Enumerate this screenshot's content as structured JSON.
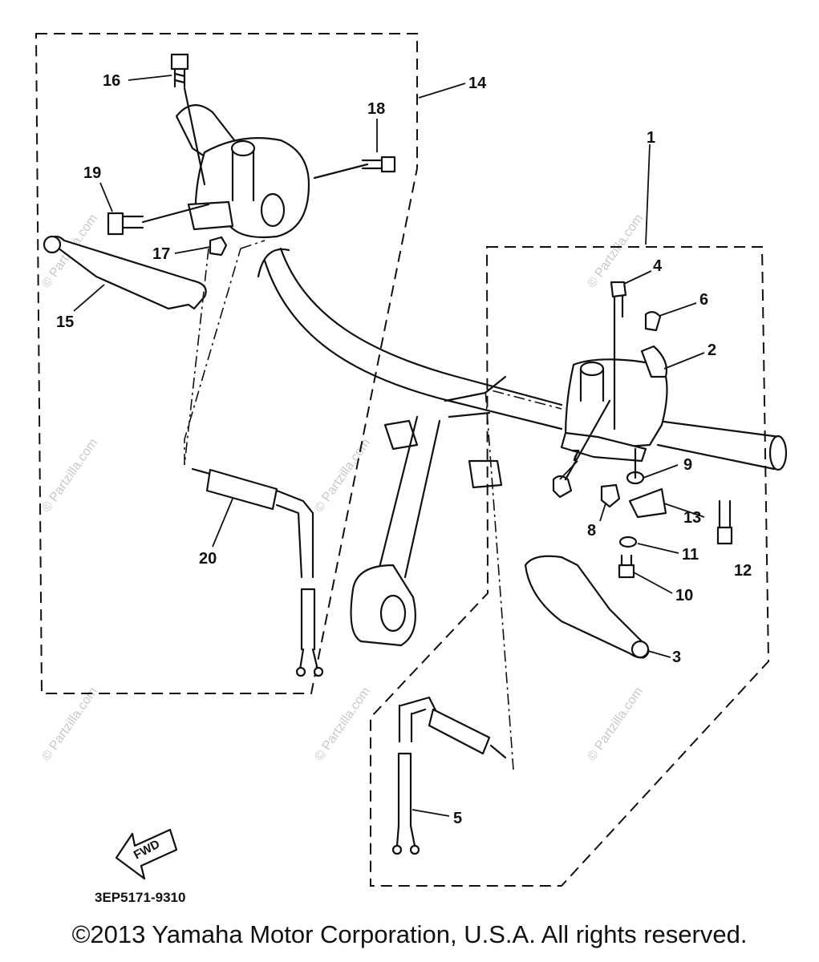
{
  "diagram": {
    "labels": {
      "l1": "1",
      "l2": "2",
      "l3": "3",
      "l4": "4",
      "l5": "5",
      "l6": "6",
      "l7": "7",
      "l8": "8",
      "l9": "9",
      "l10": "10",
      "l11": "11",
      "l12": "12",
      "l13": "13",
      "l14": "14",
      "l15": "15",
      "l16": "16",
      "l17": "17",
      "l18": "18",
      "l19": "19",
      "l20": "20"
    },
    "direction_arrow": "FWD",
    "part_code": "3EP5171-9310",
    "watermark": "© Partzilla.com"
  },
  "copyright": "©2013 Yamaha Motor Corporation, U.S.A. All rights reserved."
}
